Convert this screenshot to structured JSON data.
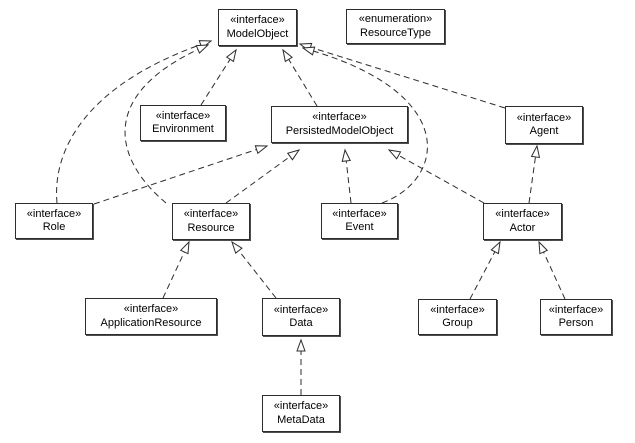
{
  "diagram": {
    "kind": "uml-class-diagram",
    "colors": {
      "background": "#ffffff",
      "box_fill": "#ffffff",
      "box_border": "#2d2d2d",
      "box_shadow": "#4e4e4e",
      "edge": "#2d2d2d",
      "text": "#000000"
    },
    "nodes": [
      {
        "id": "ModelObject",
        "stereotype": "«interface»",
        "name": "ModelObject"
      },
      {
        "id": "ResourceType",
        "stereotype": "«enumeration»",
        "name": "ResourceType"
      },
      {
        "id": "Environment",
        "stereotype": "«interface»",
        "name": "Environment"
      },
      {
        "id": "PersistedModelObject",
        "stereotype": "«interface»",
        "name": "PersistedModelObject"
      },
      {
        "id": "Agent",
        "stereotype": "«interface»",
        "name": "Agent"
      },
      {
        "id": "Role",
        "stereotype": "«interface»",
        "name": "Role"
      },
      {
        "id": "Resource",
        "stereotype": "«interface»",
        "name": "Resource"
      },
      {
        "id": "Event",
        "stereotype": "«interface»",
        "name": "Event"
      },
      {
        "id": "Actor",
        "stereotype": "«interface»",
        "name": "Actor"
      },
      {
        "id": "ApplicationResource",
        "stereotype": "«interface»",
        "name": "ApplicationResource"
      },
      {
        "id": "Data",
        "stereotype": "«interface»",
        "name": "Data"
      },
      {
        "id": "Group",
        "stereotype": "«interface»",
        "name": "Group"
      },
      {
        "id": "Person",
        "stereotype": "«interface»",
        "name": "Person"
      },
      {
        "id": "MetaData",
        "stereotype": "«interface»",
        "name": "MetaData"
      }
    ],
    "edges": [
      {
        "from": "Role",
        "to": "ModelObject",
        "relation": "extends"
      },
      {
        "from": "Resource",
        "to": "ModelObject",
        "relation": "extends"
      },
      {
        "from": "Environment",
        "to": "ModelObject",
        "relation": "extends"
      },
      {
        "from": "PersistedModelObject",
        "to": "ModelObject",
        "relation": "extends"
      },
      {
        "from": "Agent",
        "to": "ModelObject",
        "relation": "extends"
      },
      {
        "from": "Event",
        "to": "ModelObject",
        "relation": "extends"
      },
      {
        "from": "Role",
        "to": "PersistedModelObject",
        "relation": "extends"
      },
      {
        "from": "Resource",
        "to": "PersistedModelObject",
        "relation": "extends"
      },
      {
        "from": "Event",
        "to": "PersistedModelObject",
        "relation": "extends"
      },
      {
        "from": "Actor",
        "to": "PersistedModelObject",
        "relation": "extends"
      },
      {
        "from": "Actor",
        "to": "Agent",
        "relation": "extends"
      },
      {
        "from": "ApplicationResource",
        "to": "Resource",
        "relation": "extends"
      },
      {
        "from": "Data",
        "to": "Resource",
        "relation": "extends"
      },
      {
        "from": "Group",
        "to": "Actor",
        "relation": "extends"
      },
      {
        "from": "Person",
        "to": "Actor",
        "relation": "extends"
      },
      {
        "from": "MetaData",
        "to": "Data",
        "relation": "extends"
      }
    ]
  }
}
